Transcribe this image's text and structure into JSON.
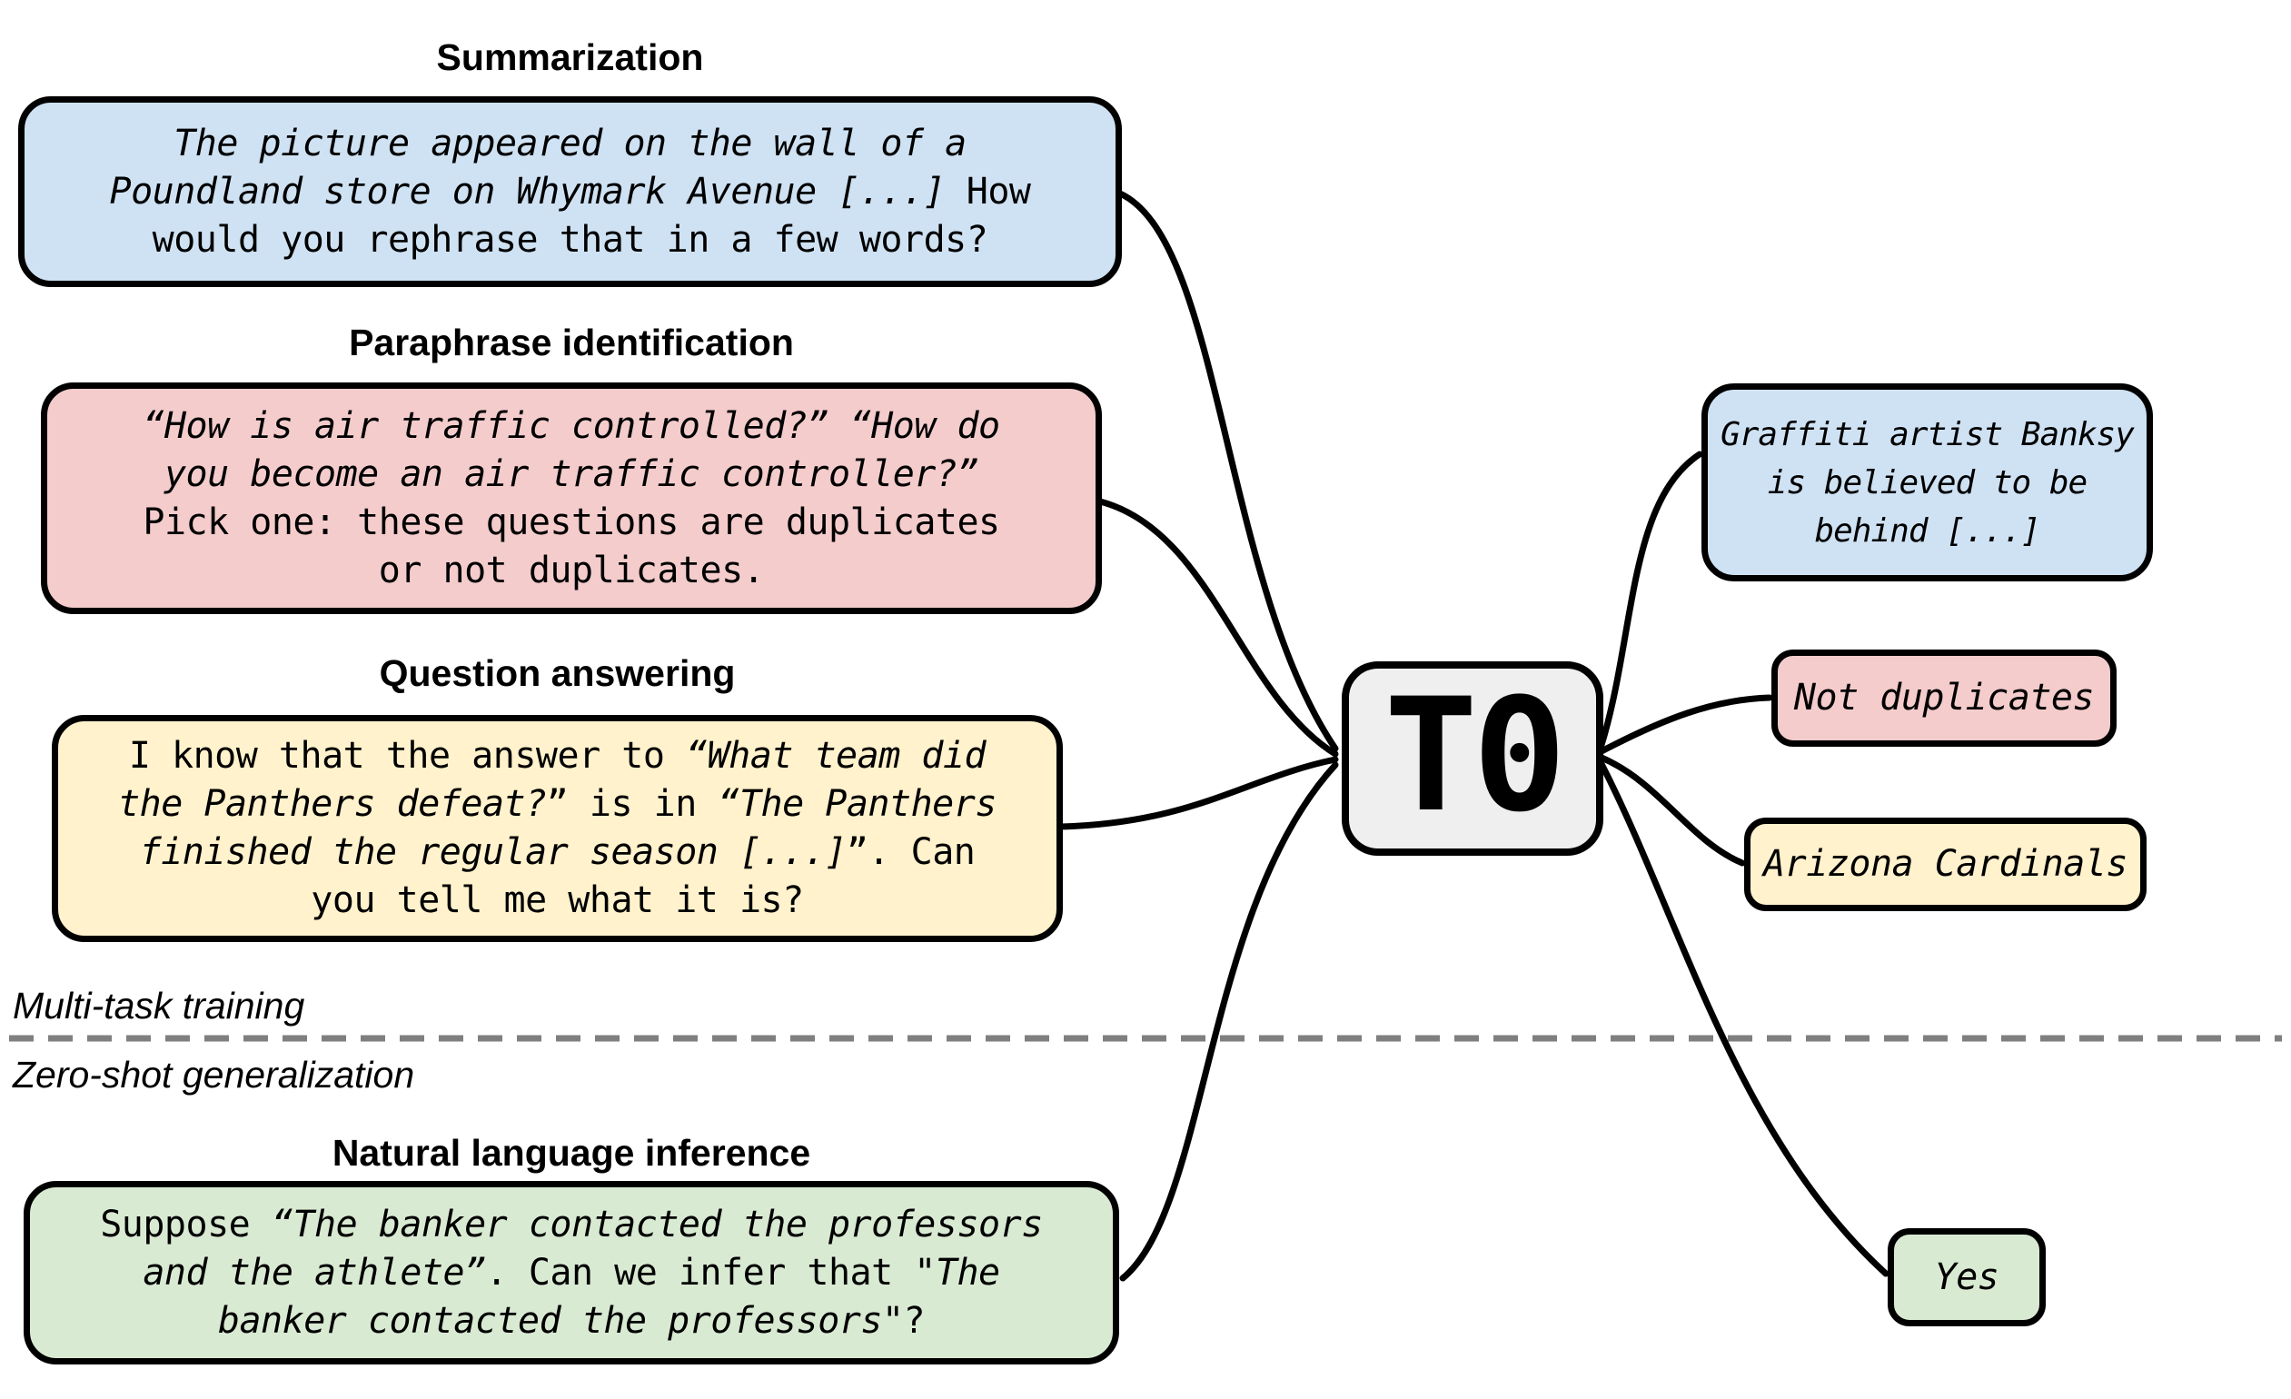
{
  "figure": {
    "divider_labels": {
      "top": "Multi-task training",
      "bottom": "Zero-shot generalization"
    },
    "model": {
      "name": "T0"
    }
  },
  "colors": {
    "input_blue": "#cfe2f3",
    "input_pink": "#f4cccc",
    "input_yellow": "#fff2cc",
    "input_green": "#d9ead3",
    "model_gray": "#efefef",
    "divider_gray": "#7f7f7f",
    "stroke_black": "#000000"
  },
  "tasks": [
    {
      "id": "summarization",
      "title": "Summarization",
      "lines": [
        [
          {
            "t": "The picture appeared on the wall of a",
            "i": true
          }
        ],
        [
          {
            "t": "Poundland store on Whymark Avenue [...]",
            "i": true
          },
          {
            "t": " How",
            "i": false
          }
        ],
        [
          {
            "t": "would you rephrase that in a few words?",
            "i": false
          }
        ]
      ]
    },
    {
      "id": "paraphrase-identification",
      "title": "Paraphrase identification",
      "lines": [
        [
          {
            "t": "“How is air traffic controlled?” “How do",
            "i": true
          }
        ],
        [
          {
            "t": "you become an air traffic controller?”",
            "i": true
          }
        ],
        [
          {
            "t": "Pick one: these questions are duplicates",
            "i": false
          }
        ],
        [
          {
            "t": "or not duplicates.",
            "i": false
          }
        ]
      ]
    },
    {
      "id": "question-answering",
      "title": "Question answering",
      "lines": [
        [
          {
            "t": "I know that the answer to ",
            "i": false
          },
          {
            "t": "“What team did",
            "i": true
          }
        ],
        [
          {
            "t": "the Panthers defeat?",
            "i": true
          },
          {
            "t": "” is in ",
            "i": false
          },
          {
            "t": "“The Panthers",
            "i": true
          }
        ],
        [
          {
            "t": "finished the regular season [...]",
            "i": true
          },
          {
            "t": "”. Can",
            "i": false
          }
        ],
        [
          {
            "t": "you tell me what it is?",
            "i": false
          }
        ]
      ]
    },
    {
      "id": "natural-language-inference",
      "title": "Natural language inference",
      "lines": [
        [
          {
            "t": "Suppose ",
            "i": false
          },
          {
            "t": "“The banker contacted the professors",
            "i": true
          }
        ],
        [
          {
            "t": "and the athlete”",
            "i": true
          },
          {
            "t": ". Can we infer that \"",
            "i": false
          },
          {
            "t": "The",
            "i": true
          }
        ],
        [
          {
            "t": "banker contacted the professors",
            "i": true
          },
          {
            "t": "\"?",
            "i": false
          }
        ]
      ]
    }
  ],
  "outputs": [
    {
      "id": "summarization-output",
      "lines": [
        [
          {
            "t": "Graffiti artist Banksy",
            "i": true
          }
        ],
        [
          {
            "t": "is believed to be",
            "i": true
          }
        ],
        [
          {
            "t": "behind [...]",
            "i": true
          }
        ]
      ]
    },
    {
      "id": "paraphrase-output",
      "lines": [
        [
          {
            "t": "Not duplicates",
            "i": true
          }
        ]
      ]
    },
    {
      "id": "question-answering-output",
      "lines": [
        [
          {
            "t": "Arizona Cardinals",
            "i": true
          }
        ]
      ]
    },
    {
      "id": "natural-language-inference-output",
      "lines": [
        [
          {
            "t": "Yes",
            "i": true
          }
        ]
      ]
    }
  ]
}
